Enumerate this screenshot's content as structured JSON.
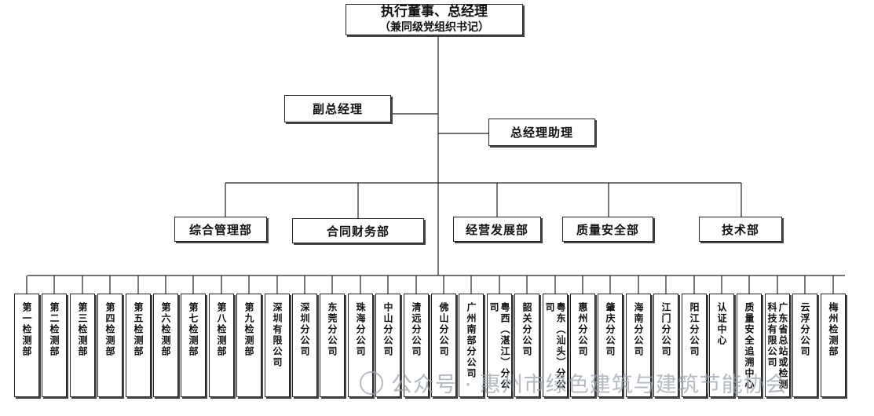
{
  "top": {
    "title": "执行董事、总经理",
    "subtitle": "（兼同级党组织书记）"
  },
  "deputy": "副总经理",
  "assistant": "总经理助理",
  "departments": [
    "综合管理部",
    "合同财务部",
    "经营发展部",
    "质量安全部",
    "技术部"
  ],
  "units": [
    "第一检测部",
    "第二检测部",
    "第三检测部",
    "第四检测部",
    "第五检测部",
    "第六检测部",
    "第七检测部",
    "第八检测部",
    "第九检测部",
    "深圳有限公司",
    "深圳分公司",
    "东莞分公司",
    "珠海分公司",
    "中山分公司",
    "清远分公司",
    "佛山分公司",
    "广州南部分公司",
    "粤西（湛江）分公司",
    "韶关分公司",
    "粤东（汕头）分公司",
    "惠州分公司",
    "肇庆分公司",
    "海南分公司",
    "江门分公司",
    "阳江分公司",
    "认证中心",
    "质量安全追溯中心",
    "广东省总站或检测科技有限公司",
    "云浮分公司",
    "梅州检测部"
  ],
  "watermark": "公众号 · 惠州市绿色建筑与建筑节能协会"
}
